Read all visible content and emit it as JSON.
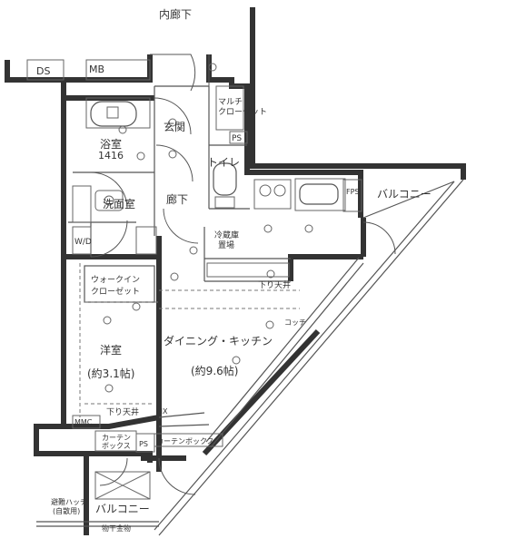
{
  "labels": {
    "corridor": "内廊下",
    "ds": "DS",
    "mb": "MB",
    "multi_closet": "マルチ\nクローゼット",
    "entrance": "玄関",
    "ps_top": "PS",
    "bath": "浴室",
    "bath_size": "1416",
    "toilet": "トイレ",
    "hall": "廊下",
    "washroom": "洗面室",
    "wd": "W/D",
    "fridge": "冷蔵庫\n置場",
    "balcony_right": "バルコニー",
    "walkin": "ウォークイン\nクローゼット",
    "lower_ceiling_top": "下り天井",
    "western_room": "洋室",
    "western_size": "(約3.1帖)",
    "dining_kitchen": "ダイニング・キッチン",
    "dk_size": "(約9.6帖)",
    "lower_ceiling_bottom": "下り天井",
    "mmc": "MMC",
    "curtain_box_left": "カーテン\nボックス",
    "ps_bottom": "PS",
    "curtain_box_right": "カーテンボックス",
    "fix": "FIX",
    "hatch": "避難ハッチ\n(自散用)",
    "balcony_bottom": "バルコニー",
    "eave": "物干金物",
    "cotch": "コッチ",
    "fps": "FPS"
  },
  "colors": {
    "wall": "#333333",
    "line": "#555555",
    "text": "#333333"
  }
}
